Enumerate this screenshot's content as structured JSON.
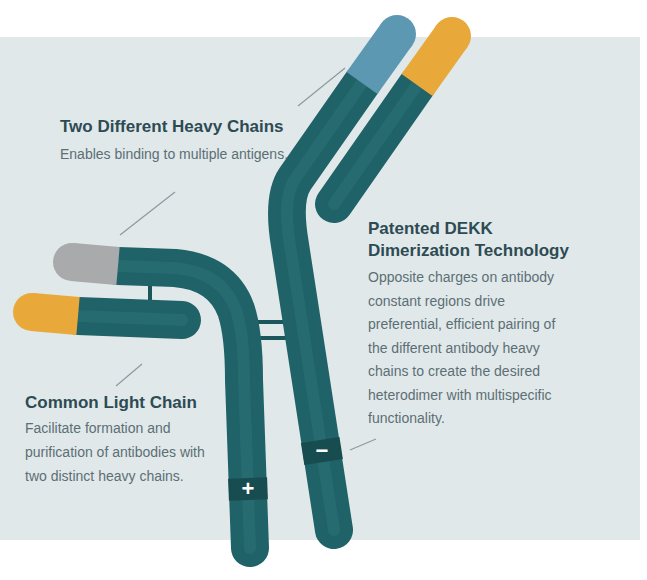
{
  "diagram": {
    "labels": [
      "Two Different Heavy Chains",
      "Enables binding to multiple antigens.",
      "Patented DEKK Dimerization Technology",
      "Opposite charges on antibody constant regions drive preferential, efficient pairing of the different antibody heavy chains to create the desired heterodimer with multispecific functionality.",
      "Common Light Chain",
      "Facilitate formation and purification of antibodies with two distinct heavy chains.",
      "+",
      "−"
    ]
  }
}
